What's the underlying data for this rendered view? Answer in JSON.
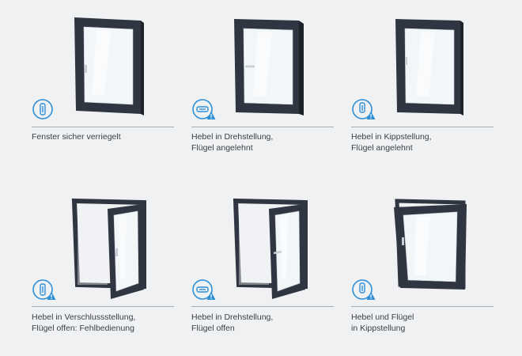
{
  "colors": {
    "frame": "#2f3641",
    "glass": "#f3f6f8",
    "icon_blue": "#2f8fd6",
    "warning": "#2f8fd6",
    "rule": "#a9adb3",
    "text": "#3a3f46"
  },
  "states": [
    {
      "id": "locked",
      "icon": "handle-locked-icon",
      "warning": false,
      "caption": [
        "Fenster sicher verriegelt"
      ]
    },
    {
      "id": "turn-ajar",
      "icon": "handle-turn-icon",
      "warning": true,
      "caption": [
        "Hebel in Drehstellung,",
        "Flügel angelehnt"
      ]
    },
    {
      "id": "tilt-ajar",
      "icon": "handle-tilt-icon",
      "warning": true,
      "caption": [
        "Hebel in Kippstellung,",
        "Flügel angelehnt"
      ]
    },
    {
      "id": "locked-open",
      "icon": "handle-locked-icon",
      "warning": true,
      "caption": [
        "Hebel in Verschlussstellung,",
        "Flügel offen: Fehlbedienung"
      ]
    },
    {
      "id": "turn-open",
      "icon": "handle-turn-icon",
      "warning": true,
      "caption": [
        "Hebel in Drehstellung,",
        "Flügel offen"
      ]
    },
    {
      "id": "tilt-open",
      "icon": "handle-tilt-icon",
      "warning": true,
      "caption": [
        "Hebel und Flügel",
        "in Kippstellung"
      ]
    }
  ]
}
